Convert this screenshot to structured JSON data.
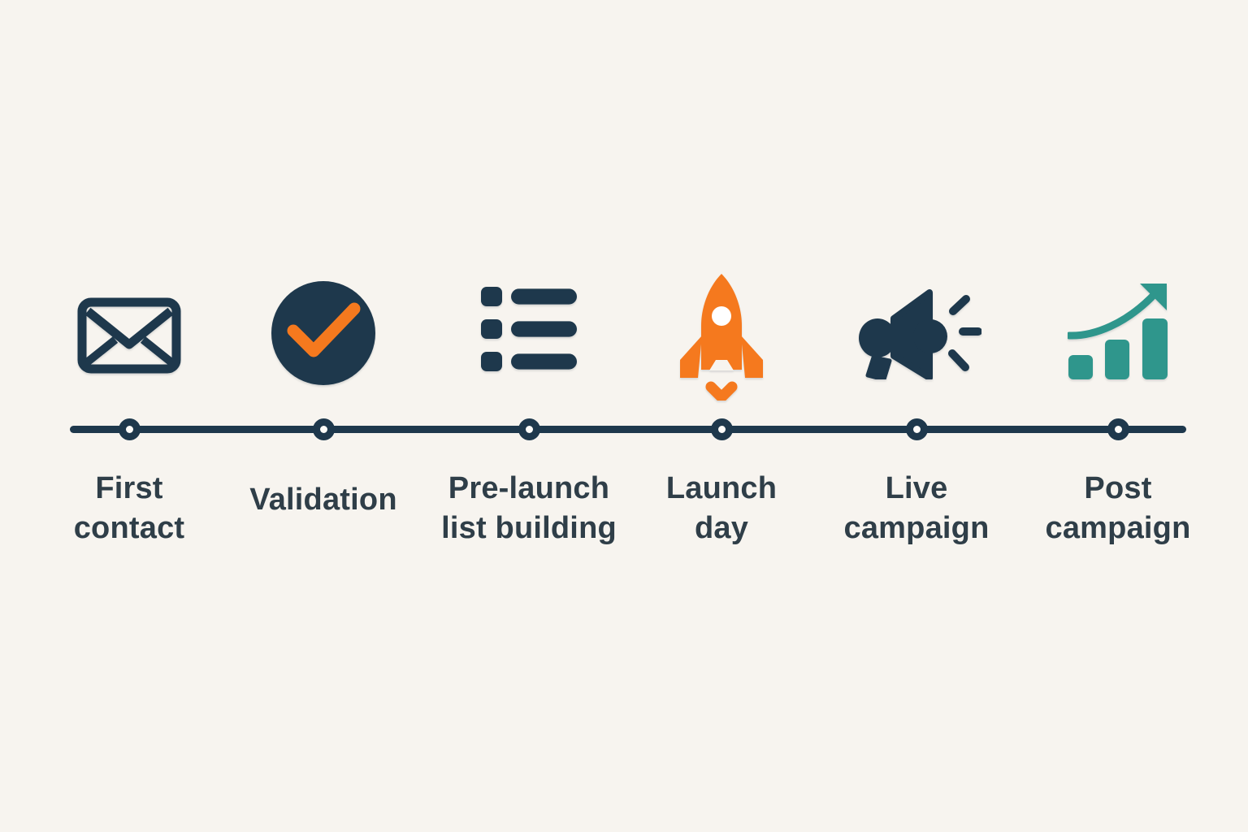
{
  "colors": {
    "navy": "#1e384c",
    "orange": "#f5791e",
    "teal": "#2f968c",
    "text": "#2f3e48",
    "bg": "#f7f4ef",
    "hole": "#fdfcf9"
  },
  "stages": [
    {
      "id": "first-contact",
      "icon": "envelope-icon",
      "lines": [
        "First",
        "contact"
      ]
    },
    {
      "id": "validation",
      "icon": "check-circle-icon",
      "lines": [
        "Validation"
      ]
    },
    {
      "id": "pre-launch",
      "icon": "list-icon",
      "lines": [
        "Pre-launch",
        "list building"
      ]
    },
    {
      "id": "launch-day",
      "icon": "rocket-icon",
      "lines": [
        "Launch",
        "day"
      ]
    },
    {
      "id": "live-campaign",
      "icon": "megaphone-icon",
      "lines": [
        "Live",
        "campaign"
      ]
    },
    {
      "id": "post-campaign",
      "icon": "growth-chart-icon",
      "lines": [
        "Post",
        "campaign"
      ]
    }
  ]
}
